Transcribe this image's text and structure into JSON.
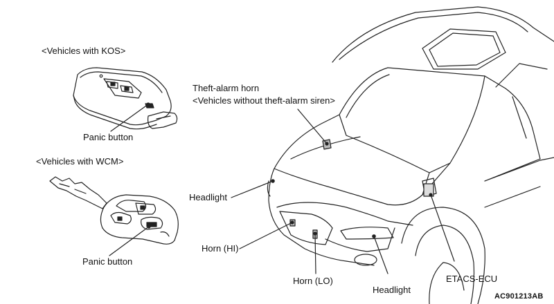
{
  "labels": {
    "kos_title": "<Vehicles with KOS>",
    "kos_panic": "Panic button",
    "wcm_title": "<Vehicles with WCM>",
    "wcm_panic": "Panic button",
    "theft_horn_line1": "Theft-alarm horn",
    "theft_horn_line2": "<Vehicles without theft-alarm siren>",
    "headlight_left": "Headlight",
    "horn_hi": "Horn (HI)",
    "horn_lo": "Horn (LO)",
    "headlight_bottom": "Headlight",
    "etacs_ecu": "ETACS-ECU"
  },
  "figure_code": "AC901213AB"
}
